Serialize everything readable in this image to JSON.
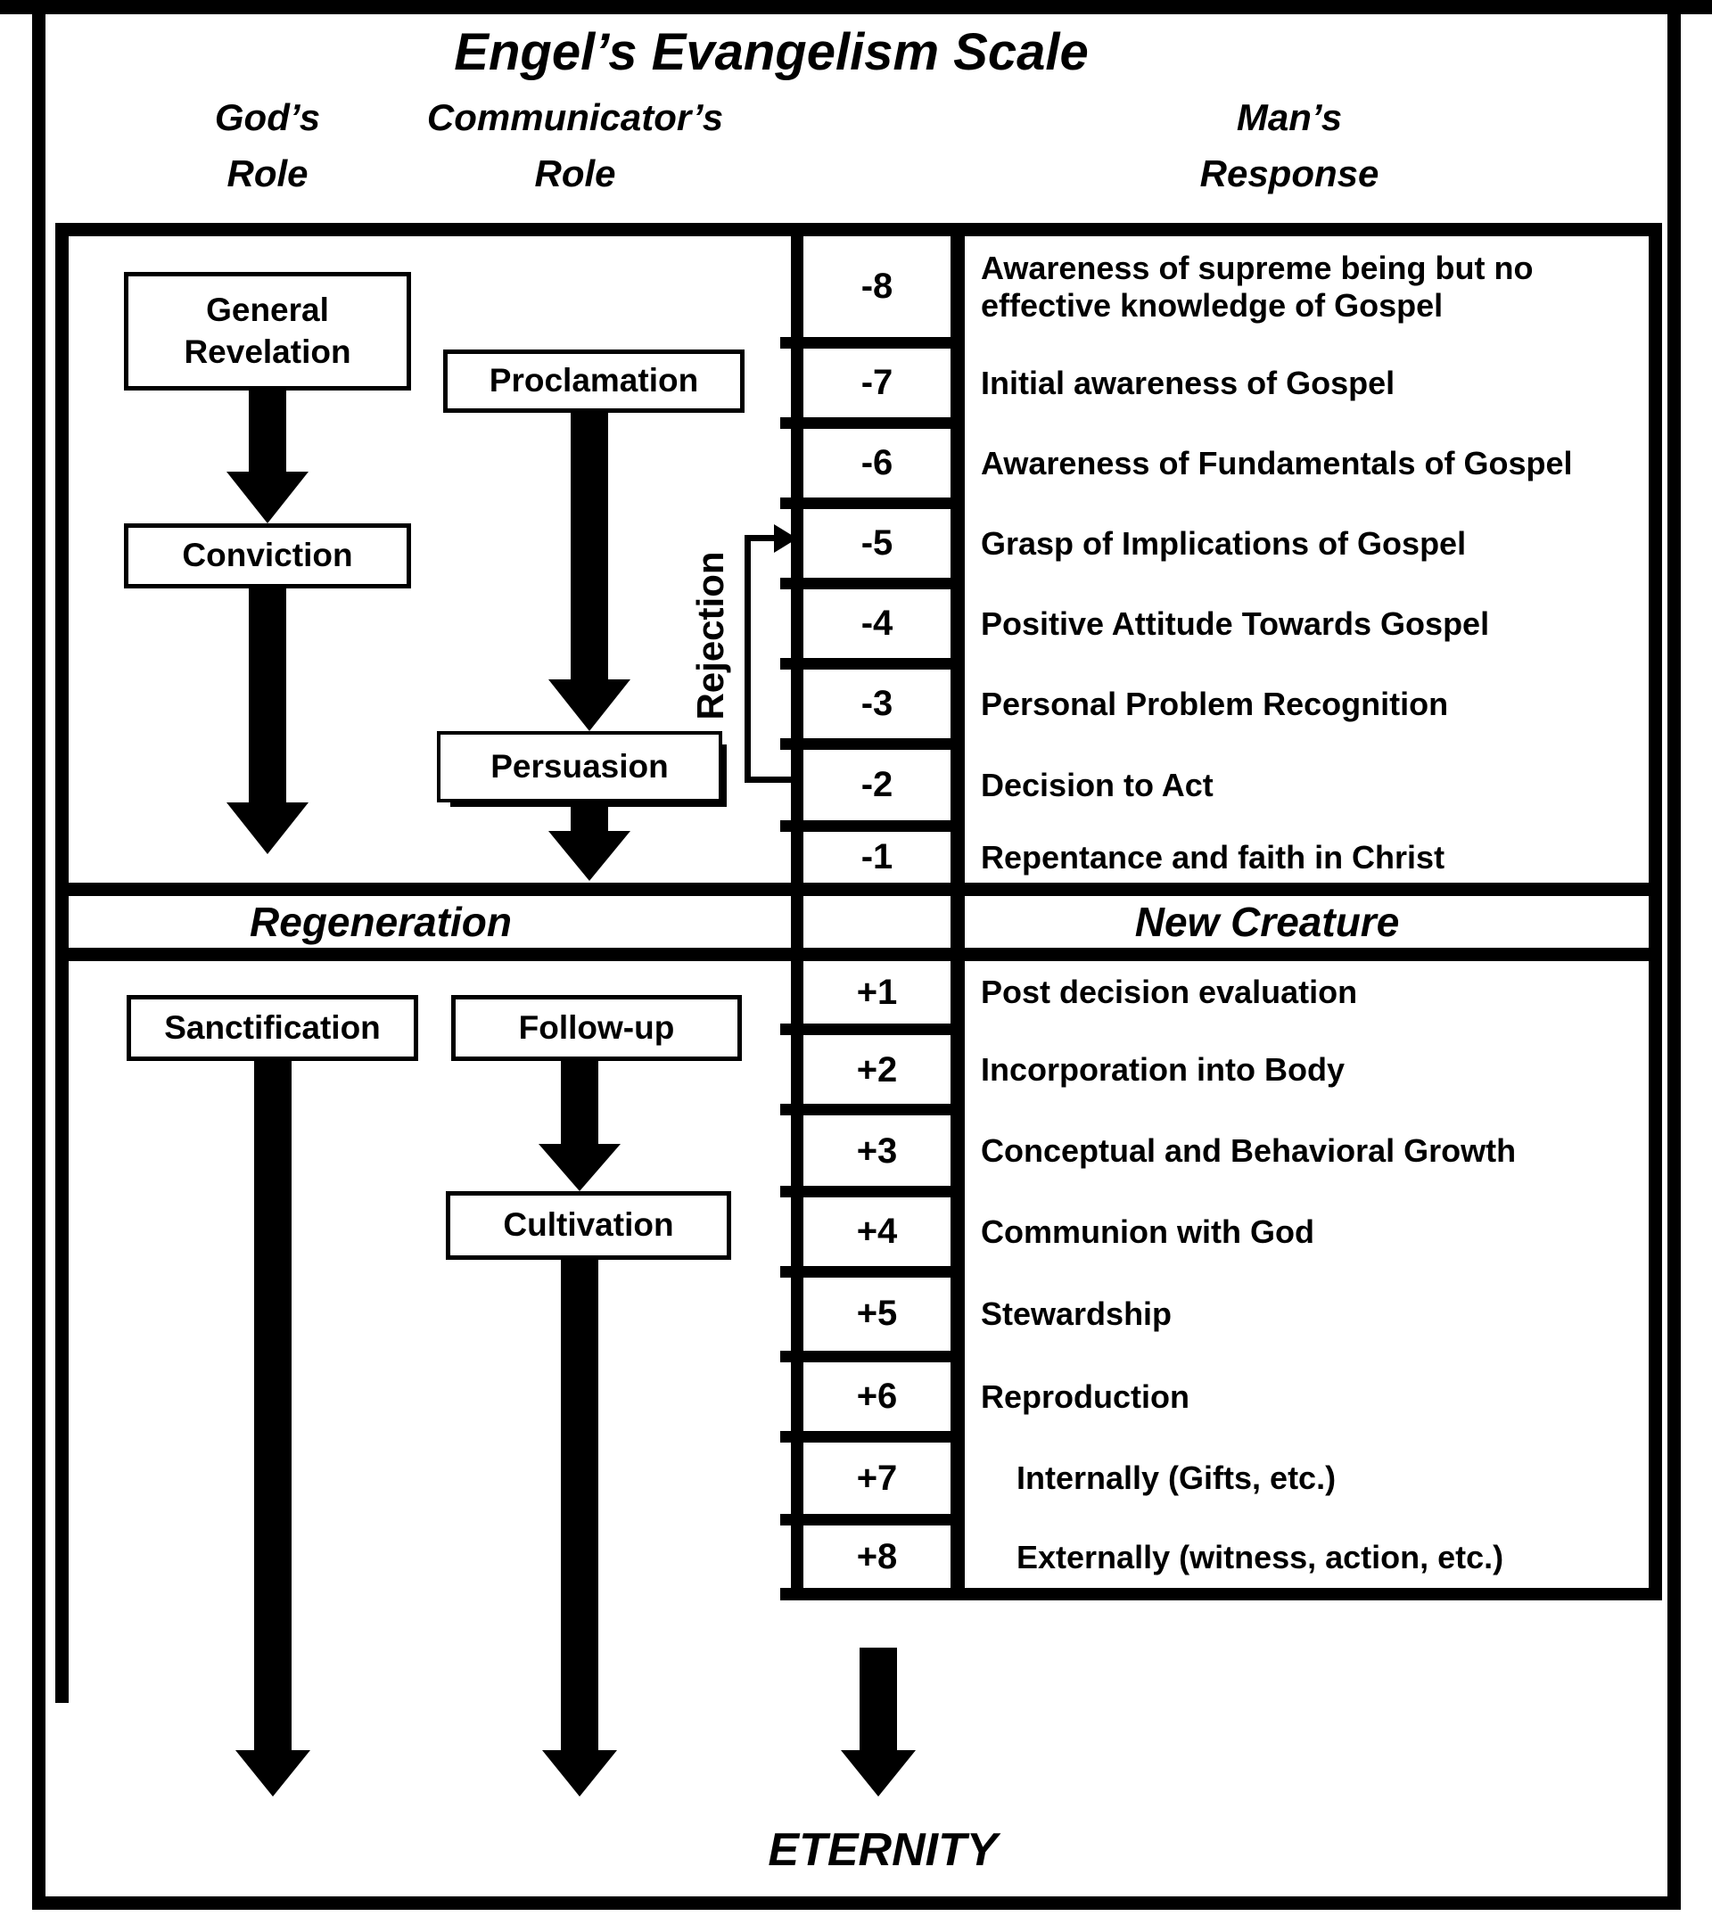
{
  "title": "Engel’s Evangelism Scale",
  "headers": {
    "gods_role": {
      "line1": "God’s",
      "line2": "Role"
    },
    "communicators_role": {
      "line1": "Communicator’s",
      "line2": "Role"
    },
    "mans_response": {
      "line1": "Man’s",
      "line2": "Response"
    }
  },
  "flow": {
    "general_revelation_line1": "General",
    "general_revelation_line2": "Revelation",
    "proclamation": "Proclamation",
    "conviction": "Conviction",
    "persuasion": "Persuasion",
    "rejection": "Rejection",
    "sanctification": "Sanctification",
    "follow_up": "Follow-up",
    "cultivation": "Cultivation"
  },
  "bands": {
    "left": "Regeneration",
    "right": "New Creature"
  },
  "scale_negative": [
    {
      "value": "-8",
      "label": "Awareness of supreme being but no effective knowledge of Gospel"
    },
    {
      "value": "-7",
      "label": "Initial awareness of Gospel"
    },
    {
      "value": "-6",
      "label": "Awareness of Fundamentals of Gospel"
    },
    {
      "value": "-5",
      "label": "Grasp of Implications of Gospel"
    },
    {
      "value": "-4",
      "label": "Positive Attitude Towards Gospel"
    },
    {
      "value": "-3",
      "label": "Personal Problem Recognition"
    },
    {
      "value": "-2",
      "label": "Decision to Act"
    },
    {
      "value": "-1",
      "label": "Repentance and faith in Christ"
    }
  ],
  "scale_positive": [
    {
      "value": "+1",
      "label": "Post decision evaluation"
    },
    {
      "value": "+2",
      "label": "Incorporation into Body"
    },
    {
      "value": "+3",
      "label": "Conceptual and Behavioral Growth"
    },
    {
      "value": "+4",
      "label": "Communion with God"
    },
    {
      "value": "+5",
      "label": "Stewardship"
    },
    {
      "value": "+6",
      "label": "Reproduction"
    },
    {
      "value": "+7",
      "label": "Internally (Gifts, etc.)"
    },
    {
      "value": "+8",
      "label": "Externally (witness, action, etc.)"
    }
  ],
  "footer": {
    "eternity": "ETERNITY"
  },
  "colors": {
    "ink": "#000000",
    "paper": "#ffffff"
  }
}
